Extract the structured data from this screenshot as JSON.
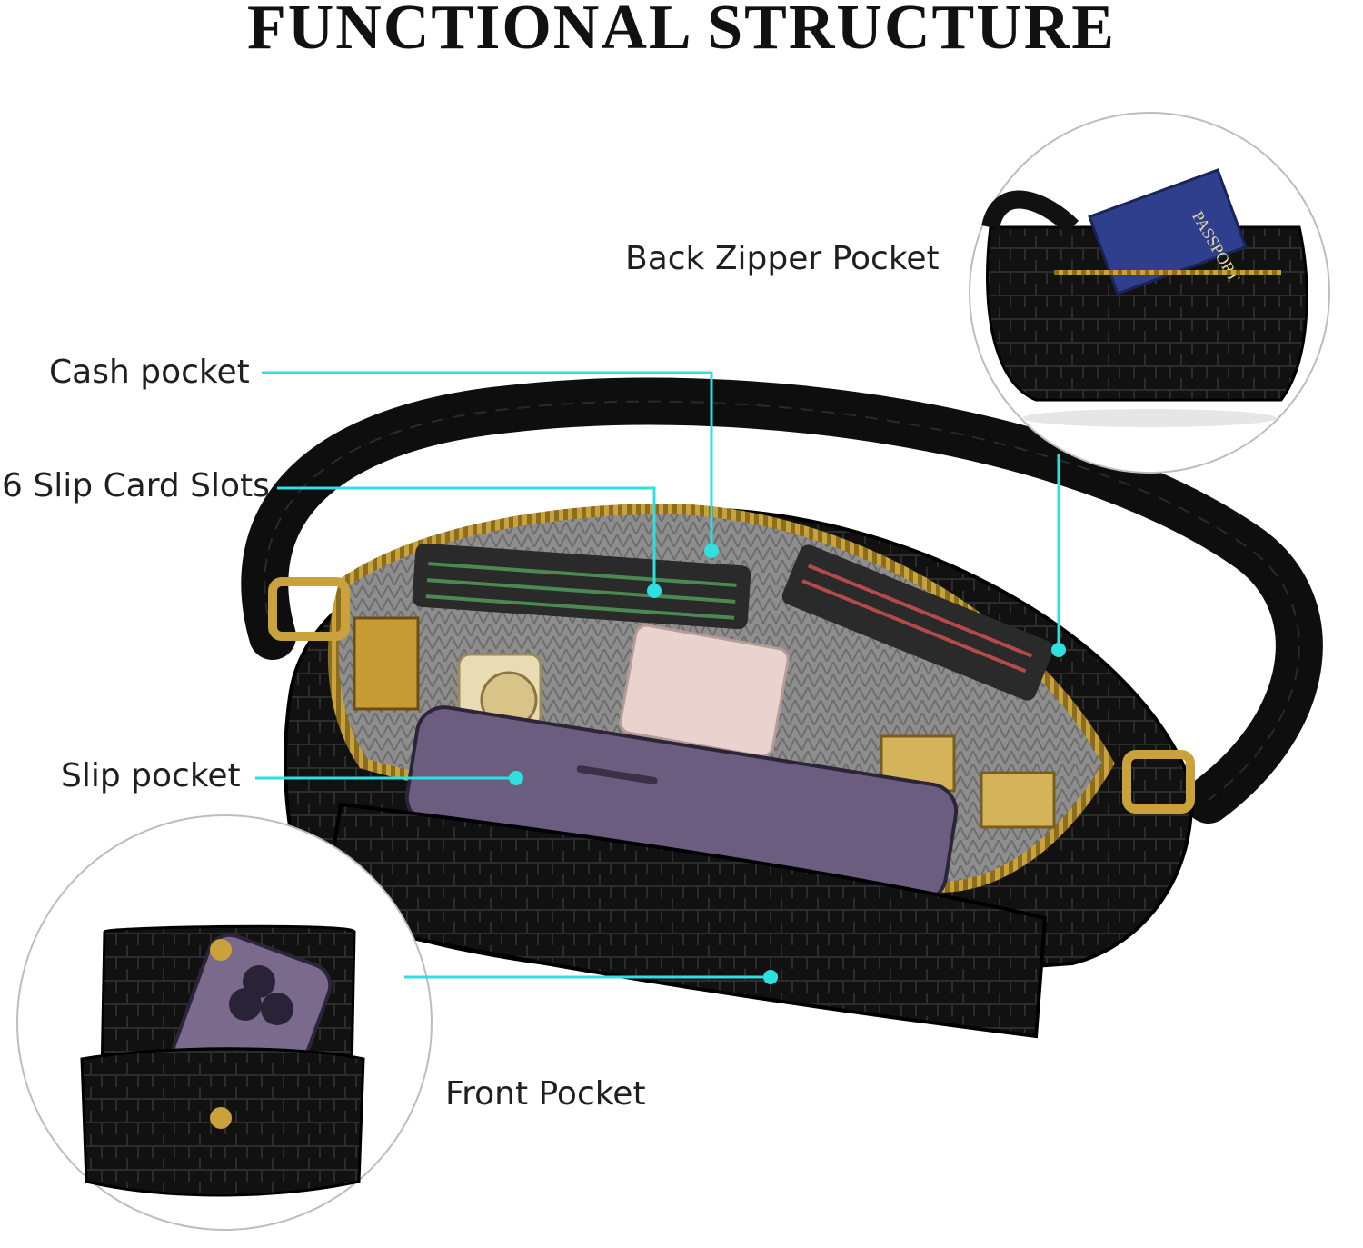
{
  "title": "FUNCTIONAL STRUCTURE",
  "labels": {
    "back_zipper_pocket": "Back Zipper Pocket",
    "cash_pocket": "Cash pocket",
    "card_slots": "6 Slip Card Slots",
    "slip_pocket": "Slip pocket",
    "front_pocket": "Front Pocket"
  },
  "inset_text": {
    "passport": "PASSPORT"
  },
  "colors": {
    "callout_line": "#2ee0e0",
    "leather": "#121212",
    "lining": "#8a8a8a",
    "gold": "#c9a23c",
    "phone": "#7a6a8c"
  }
}
